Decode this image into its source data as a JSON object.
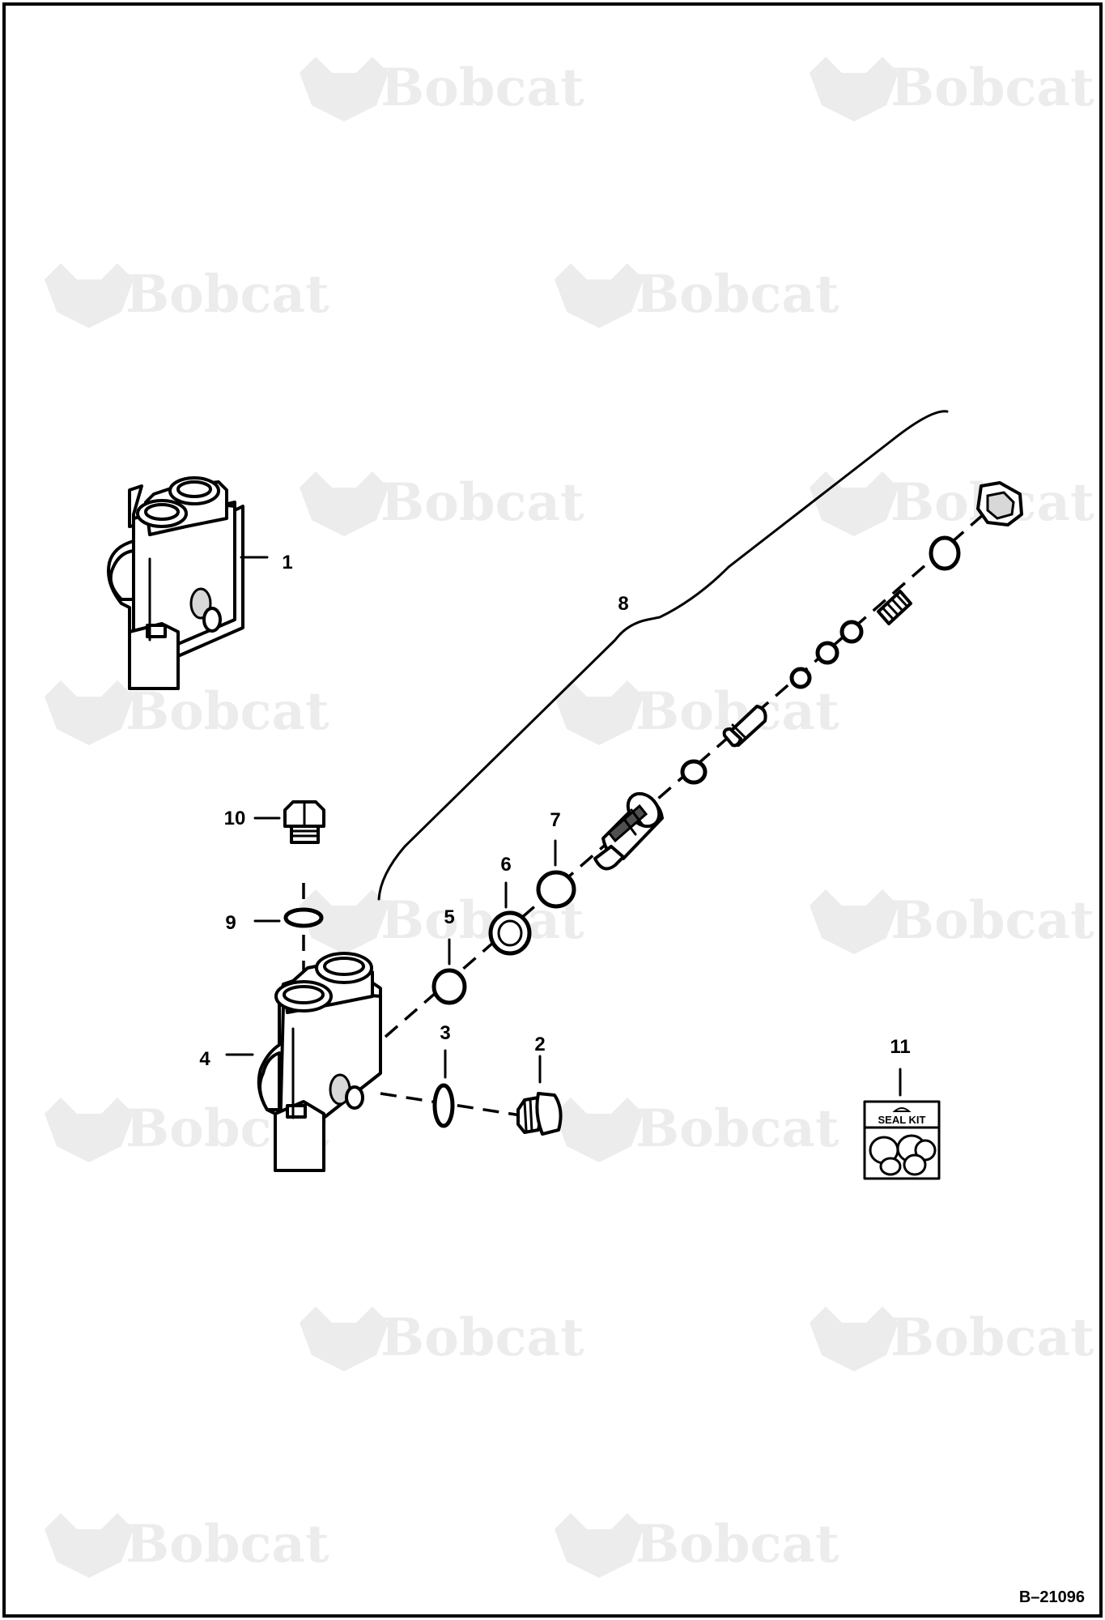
{
  "watermark": "Bobcat",
  "bracket_label": "8",
  "callouts": [
    {
      "id": "1",
      "label": "1"
    },
    {
      "id": "2",
      "label": "2"
    },
    {
      "id": "3",
      "label": "3"
    },
    {
      "id": "4",
      "label": "4"
    },
    {
      "id": "5",
      "label": "5"
    },
    {
      "id": "6",
      "label": "6"
    },
    {
      "id": "7",
      "label": "7"
    },
    {
      "id": "9",
      "label": "9"
    },
    {
      "id": "10",
      "label": "10"
    },
    {
      "id": "11",
      "label": "11"
    }
  ],
  "seal_kit_label": "SEAL KIT",
  "reference_code": "B–21096"
}
